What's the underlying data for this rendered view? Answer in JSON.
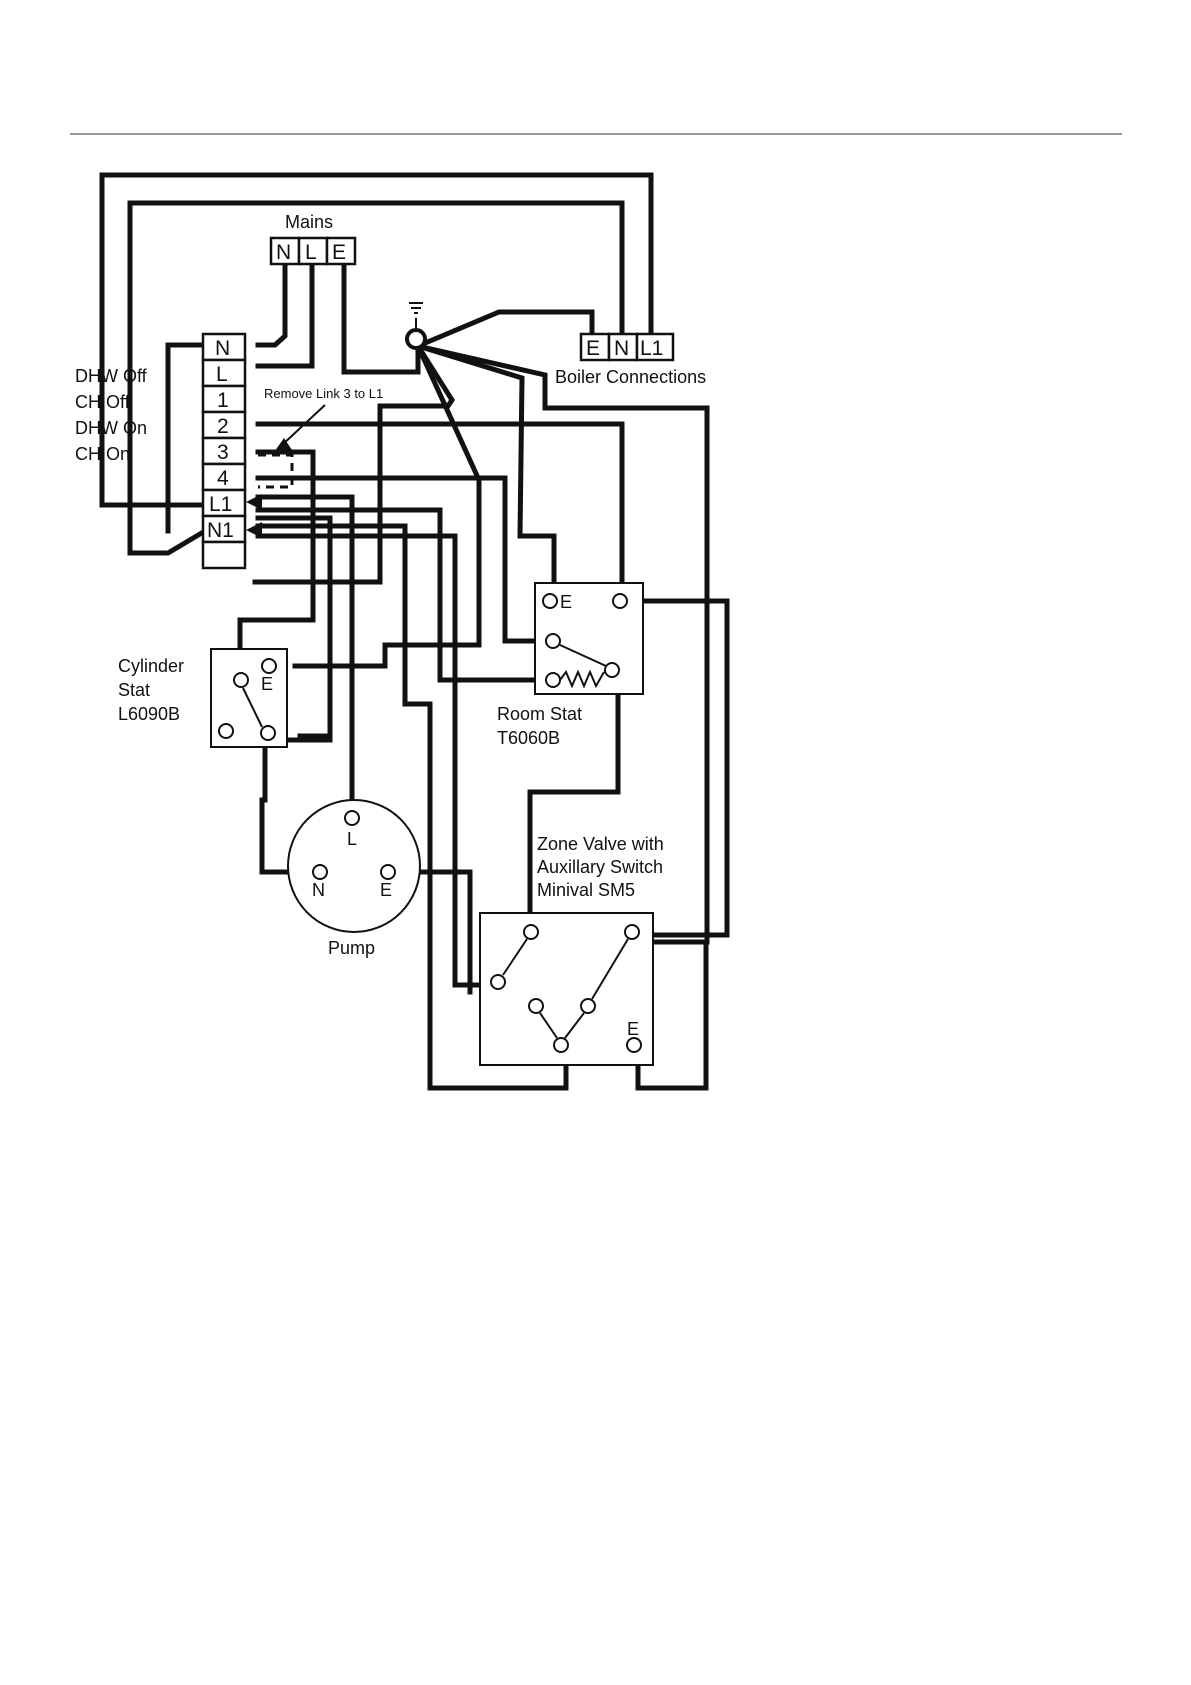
{
  "mains": {
    "title": "Mains",
    "terminals": [
      "N",
      "L",
      "E"
    ]
  },
  "boiler": {
    "title": "Boiler Connections",
    "terminals": [
      "E",
      "N",
      "L1"
    ]
  },
  "terminal_block": {
    "terminals": [
      "N",
      "L",
      "1",
      "2",
      "3",
      "4",
      "L1",
      "N1"
    ]
  },
  "programmer_labels": [
    "DHW Off",
    "CH Off",
    "DHW On",
    "CH On"
  ],
  "link_note": "Remove Link 3 to L1",
  "cylinder_stat": {
    "lines": [
      "Cylinder",
      "Stat",
      "L6090B"
    ],
    "earth": "E"
  },
  "room_stat": {
    "lines": [
      "Room Stat",
      "T6060B"
    ],
    "earth": "E"
  },
  "pump": {
    "title": "Pump",
    "terminals": [
      "L",
      "N",
      "E"
    ]
  },
  "zone_valve": {
    "lines": [
      "Zone Valve with",
      "Auxillary Switch",
      "Minival SM5"
    ],
    "earth": "E"
  },
  "earth_symbol": "earth-icon"
}
